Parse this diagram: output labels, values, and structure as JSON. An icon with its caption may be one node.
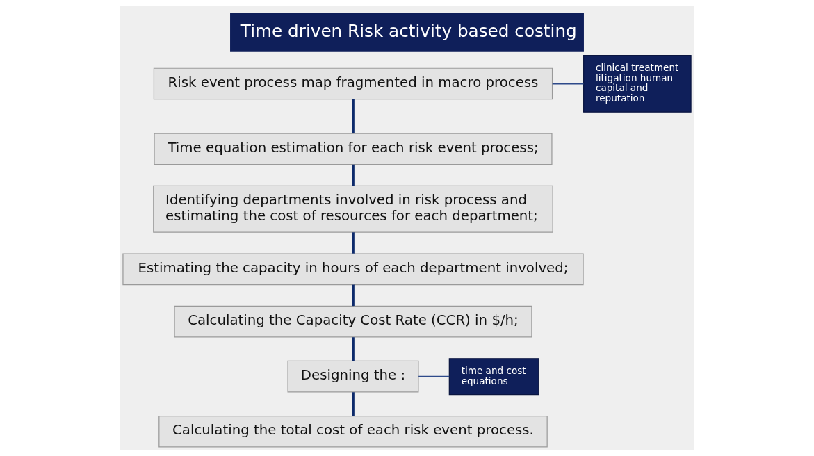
{
  "diagram": {
    "title": "Time driven Risk activity based costing",
    "nodes": [
      {
        "text": [
          "Risk event process map fragmented in macro process"
        ]
      },
      {
        "text": [
          "clinical treatment litigation human capital and reputation"
        ]
      },
      {
        "text": [
          "Time equation estimation for each risk event process;"
        ]
      },
      {
        "text": [
          "Identifying departments involved in risk process and estimating the cost of resources for each department;"
        ]
      },
      {
        "text": [
          "Estimating the capacity in hours of each department involved;"
        ]
      },
      {
        "text": [
          "Calculating the Capacity Cost Rate (CCR) in $/h;"
        ]
      },
      {
        "text": [
          "Designing the :"
        ]
      },
      {
        "text": [
          "time and cost equations"
        ]
      },
      {
        "text": [
          "Calculating the total cost of each risk event process."
        ]
      }
    ],
    "edges": [
      {
        "from": 0,
        "to": 1,
        "arrow": "none"
      },
      {
        "from": 0,
        "to": 2,
        "arrow": "none"
      },
      {
        "from": 2,
        "to": 3,
        "arrow": "none"
      },
      {
        "from": 3,
        "to": 4,
        "arrow": "none"
      },
      {
        "from": 4,
        "to": 5,
        "arrow": "none"
      },
      {
        "from": 5,
        "to": 6,
        "arrow": "none"
      },
      {
        "from": 6,
        "to": 7,
        "arrow": "none"
      },
      {
        "from": 6,
        "to": 8,
        "arrow": "none"
      }
    ]
  }
}
